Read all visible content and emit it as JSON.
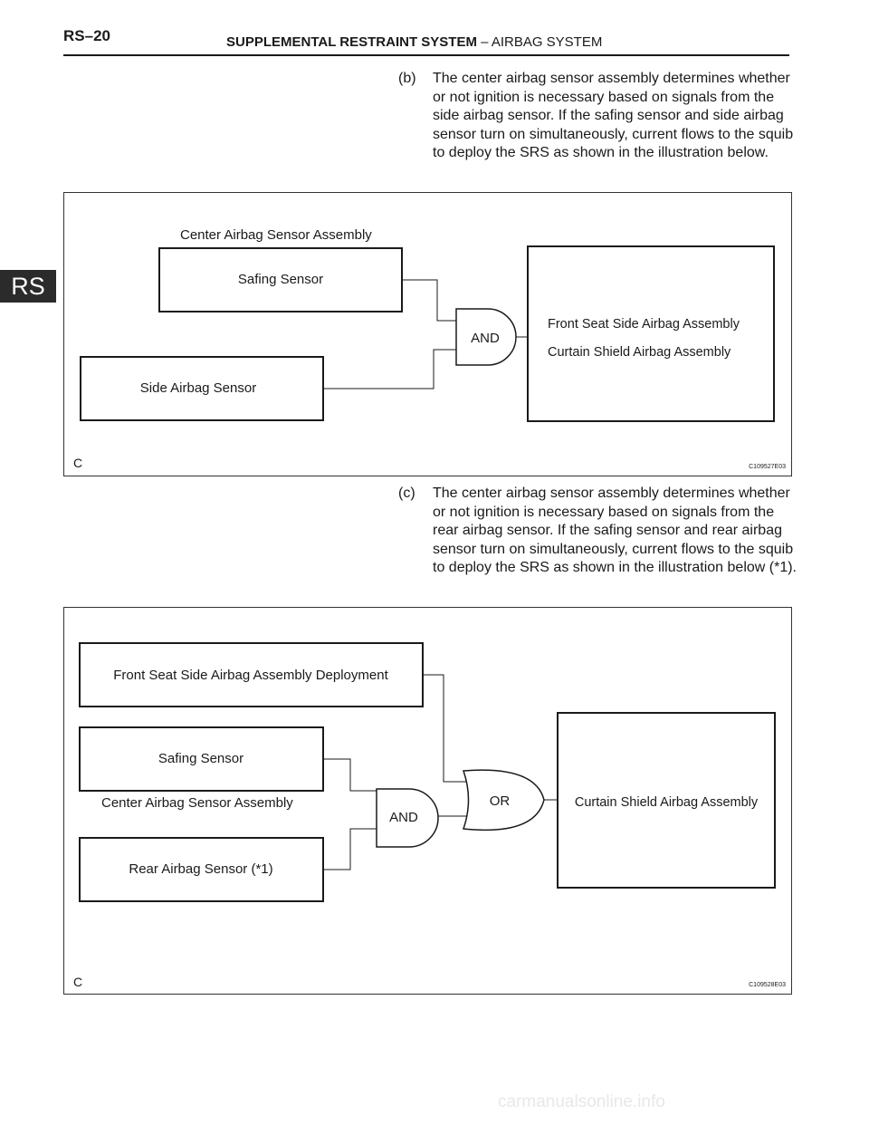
{
  "header": {
    "page_number": "RS–20",
    "title_bold": "SUPPLEMENTAL RESTRAINT SYSTEM",
    "title_rest": "– AIRBAG SYSTEM"
  },
  "side_tab": "RS",
  "paragraphs": {
    "b": {
      "label": "(b)",
      "text": "The center airbag sensor assembly determines whether or not ignition is necessary based on signals from the side airbag sensor. If the safing sensor and side airbag sensor turn on simultaneously, current flows to the squib to deploy the SRS as shown in the illustration below."
    },
    "c": {
      "label": "(c)",
      "text": "The center airbag sensor assembly determines whether or not ignition is necessary based on signals from the rear airbag sensor. If the safing sensor and rear airbag sensor turn on simultaneously, current flows to the squib to deploy the SRS as shown in the illustration below (*1)."
    }
  },
  "figure1": {
    "group_label": "Center Airbag Sensor Assembly",
    "safing_sensor": "Safing Sensor",
    "side_airbag_sensor": "Side Airbag Sensor",
    "gate": "AND",
    "output_line1": "Front Seat Side Airbag Assembly",
    "output_line2": "Curtain Shield Airbag Assembly",
    "corner_mark": "C",
    "figure_id": "C109527E03"
  },
  "figure2": {
    "deployment_box": "Front Seat Side Airbag Assembly Deployment",
    "safing_sensor": "Safing Sensor",
    "group_label": "Center Airbag Sensor Assembly",
    "rear_sensor": "Rear Airbag Sensor (*1)",
    "and_gate": "AND",
    "or_gate": "OR",
    "output": "Curtain Shield Airbag Assembly",
    "corner_mark": "C",
    "figure_id": "C109528E03"
  },
  "watermark": "carmanualsonline.info"
}
